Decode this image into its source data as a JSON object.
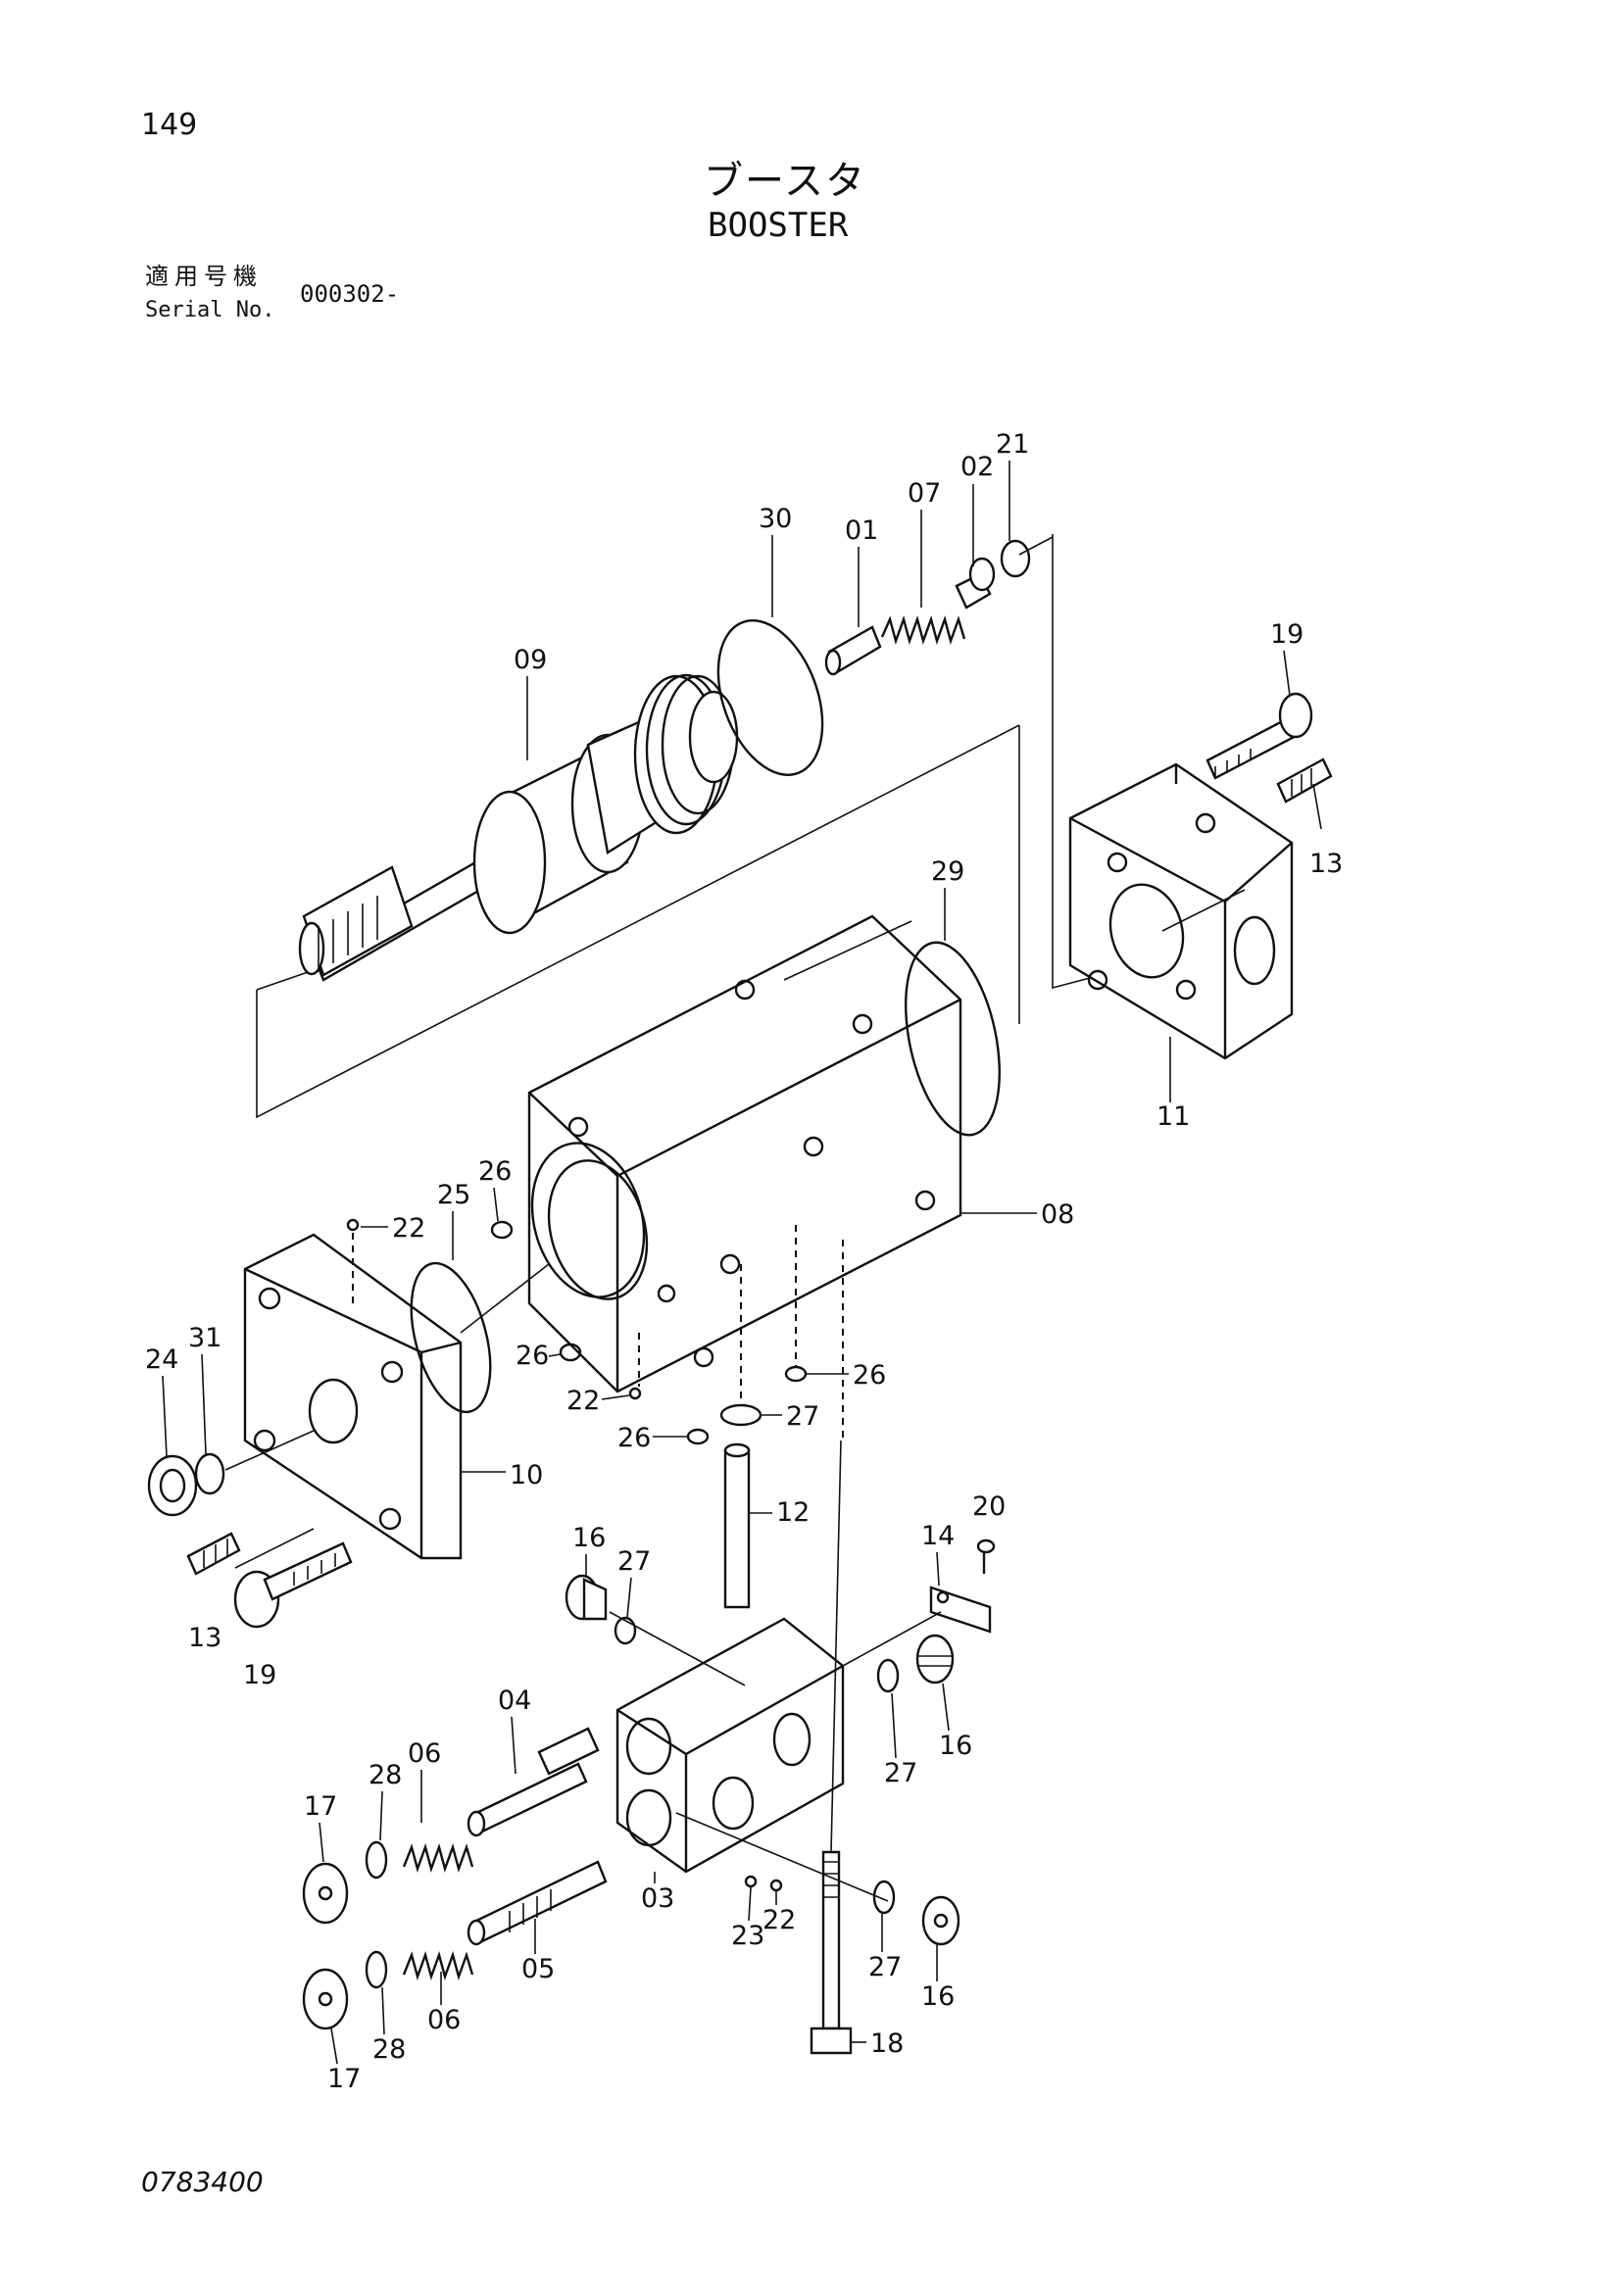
{
  "page": {
    "number": "149",
    "title_jp": "ブースタ",
    "title_en": "BOOSTER",
    "serial_label_jp": "適用号機",
    "serial_label_en": "Serial No.",
    "serial_value": "000302-",
    "doc_number": "0783400"
  },
  "parts": {
    "p01": "01",
    "p02": "02",
    "p03": "03",
    "p04": "04",
    "p05": "05",
    "p06a": "06",
    "p06b": "06",
    "p07": "07",
    "p08": "08",
    "p09": "09",
    "p10": "10",
    "p11": "11",
    "p12": "12",
    "p13a": "13",
    "p13b": "13",
    "p14": "14",
    "p16a": "16",
    "p16b": "16",
    "p16c": "16",
    "p17a": "17",
    "p17b": "17",
    "p18": "18",
    "p19a": "19",
    "p19b": "19",
    "p20": "20",
    "p21": "21",
    "p22a": "22",
    "p22b": "22",
    "p22c": "22",
    "p23": "23",
    "p24": "24",
    "p25": "25",
    "p26a": "26",
    "p26b": "26",
    "p26c": "26",
    "p26d": "26",
    "p27a": "27",
    "p27b": "27",
    "p27c": "27",
    "p27d": "27",
    "p28a": "28",
    "p28b": "28",
    "p29": "29",
    "p30": "30",
    "p31": "31"
  }
}
